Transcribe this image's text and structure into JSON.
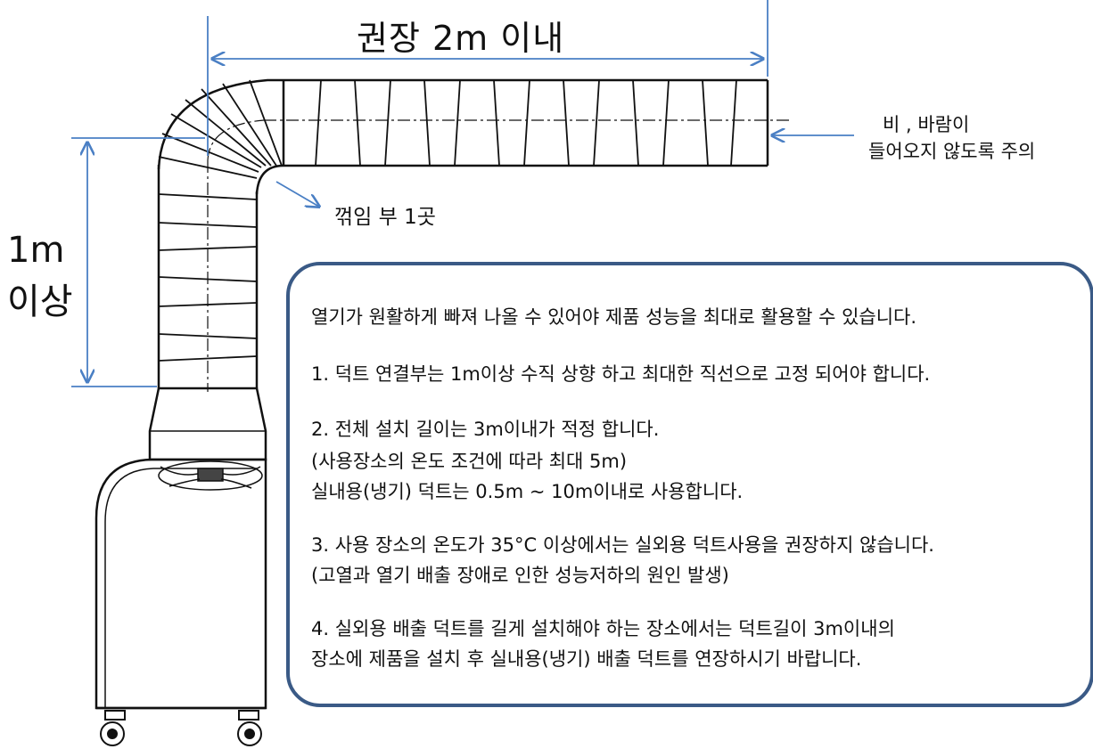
{
  "colors": {
    "dimension": "#4a7fc4",
    "outline": "#111111",
    "box_border": "#3a5a86"
  },
  "labels": {
    "dim_top": "권장 2m 이내",
    "dim_left_line1": "1m",
    "dim_left_line2": "이상",
    "bend": "꺾임 부 1곳",
    "rain_line1": "비 , 바람이",
    "rain_line2": "들어오지 않도록 주의"
  },
  "notes": [
    "열기가 원활하게 빠져 나올 수 있어야 제품 성능을 최대로 활용할 수 있습니다.",
    "1. 덕트 연결부는 1m이상 수직 상향 하고 최대한 직선으로 고정 되어야 합니다.",
    "2. 전체 설치 길이는 3m이내가 적정 합니다.",
    " (사용장소의 온도 조건에 따라 최대 5m)",
    "  실내용(냉기) 덕트는 0.5m ~ 10m이내로 사용합니다.",
    "3. 사용 장소의 온도가 35°C 이상에서는 실외용 덕트사용을 권장하지 않습니다.",
    "  (고열과 열기 배출 장애로 인한 성능저하의 원인 발생)",
    "4. 실외용 배출 덕트를 길게 설치해야 하는 장소에서는 덕트길이 3m이내의",
    "  장소에 제품을 설치 후 실내용(냉기) 배출 덕트를 연장하시기 바랍니다."
  ]
}
